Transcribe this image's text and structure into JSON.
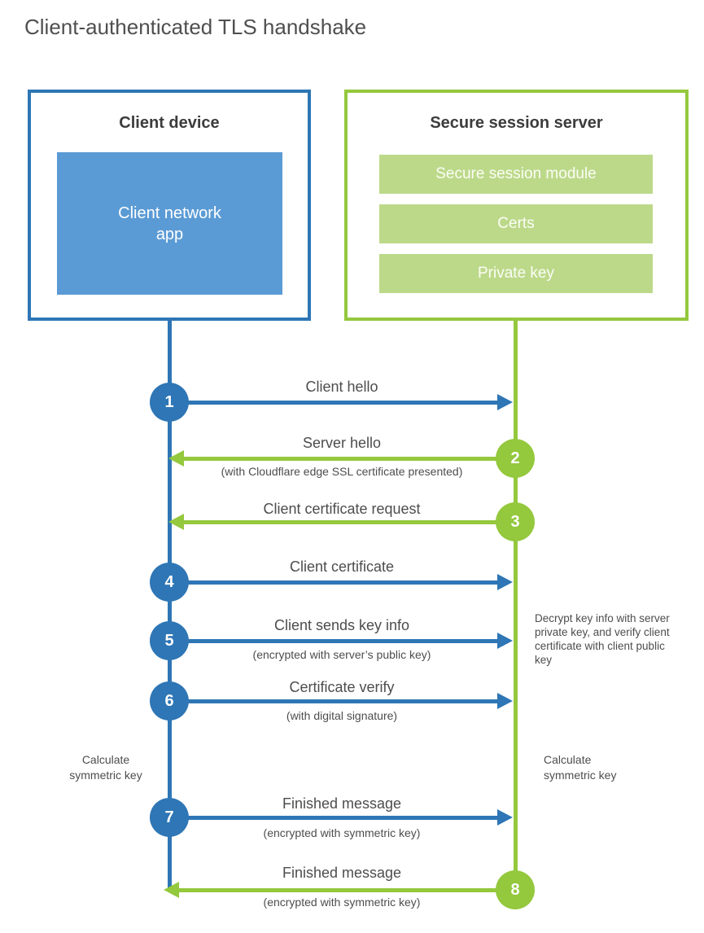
{
  "title": "Client-authenticated TLS handshake",
  "colors": {
    "blue_line": "#2e76b5",
    "blue_fill": "#5b9bd5",
    "green_line": "#94c83d",
    "green_fill": "#bcd98a",
    "text": "#4d4d4d",
    "background": "#ffffff"
  },
  "client": {
    "title": "Client device",
    "app_label": "Client network\napp"
  },
  "server": {
    "title": "Secure session server",
    "modules": [
      "Secure session module",
      "Certs",
      "Private key"
    ]
  },
  "steps": [
    {
      "number": "1",
      "label": "Client hello",
      "sublabel": "",
      "direction": "client-to-server"
    },
    {
      "number": "2",
      "label": "Server hello",
      "sublabel": "(with Cloudflare edge SSL certificate presented)",
      "direction": "server-to-client"
    },
    {
      "number": "3",
      "label": "Client certificate request",
      "sublabel": "",
      "direction": "server-to-client"
    },
    {
      "number": "4",
      "label": "Client certificate",
      "sublabel": "",
      "direction": "client-to-server"
    },
    {
      "number": "5",
      "label": "Client sends key info",
      "sublabel": "(encrypted with server’s public key)",
      "direction": "client-to-server"
    },
    {
      "number": "6",
      "label": "Certificate verify",
      "sublabel": "(with digital signature)",
      "direction": "client-to-server"
    },
    {
      "number": "7",
      "label": "Finished message",
      "sublabel": "(encrypted with symmetric key)",
      "direction": "client-to-server"
    },
    {
      "number": "8",
      "label": "Finished message",
      "sublabel": "(encrypted with symmetric key)",
      "direction": "server-to-client"
    }
  ],
  "annotations": {
    "client_calculate": "Calculate\nsymmetric key",
    "server_calculate": "Calculate\nsymmetric key",
    "server_decrypt": "Decrypt key info with server private key, and verify client certificate with client public key"
  }
}
